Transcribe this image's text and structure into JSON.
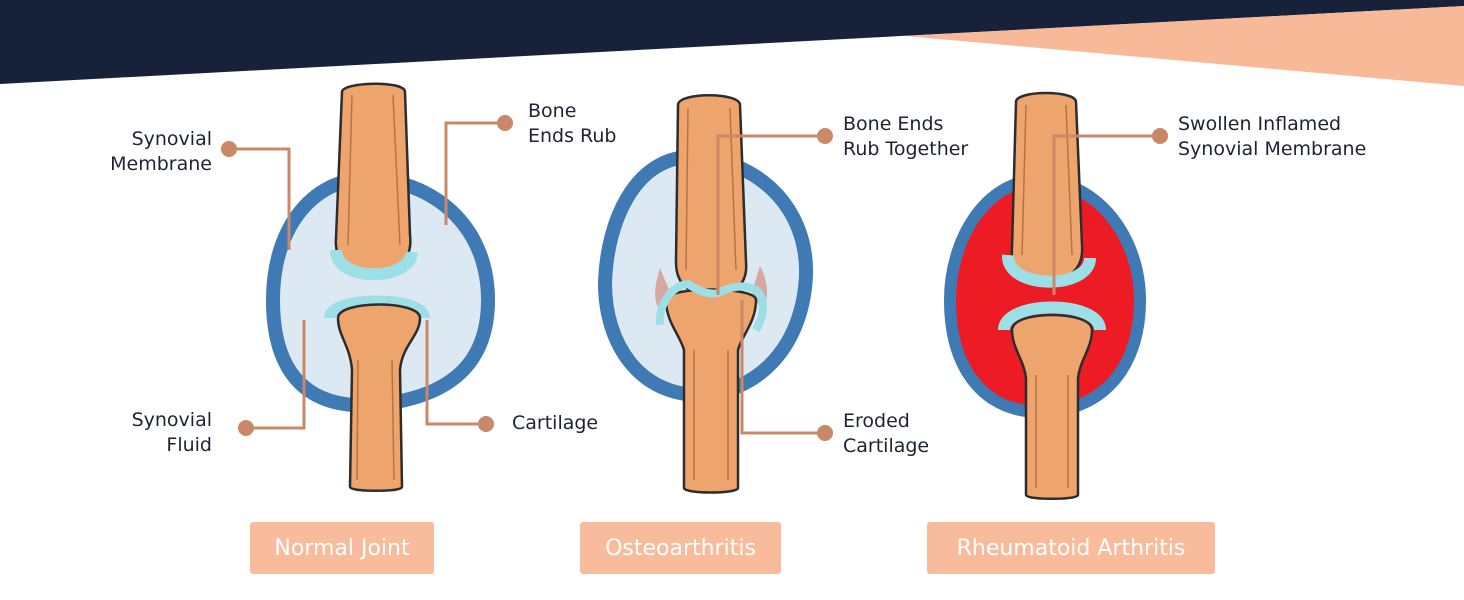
{
  "colors": {
    "navy": "#17223a",
    "peach": "#f7b998",
    "bone": "#eea56d",
    "bone_outline": "#2d2d2d",
    "cartilage": "#9ddfe6",
    "capsule": "#3f7ab5",
    "fluid": "#dce9f2",
    "inflamed": "#ed1c24",
    "leader": "#c98867",
    "caption_bg": "#f8bc9c",
    "spur": "#d7a7a2"
  },
  "panels": {
    "normal": {
      "caption": "Normal Joint",
      "labels": {
        "synovial_membrane": "Synovial\nMembrane",
        "bone_ends_rub": "Bone\nEnds Rub",
        "synovial_fluid": "Synovial\nFluid",
        "cartilage": "Cartilage"
      }
    },
    "osteo": {
      "caption": "Osteoarthritis",
      "labels": {
        "bone_ends_rub_together": "Bone Ends\nRub Together",
        "eroded_cartilage": "Eroded\nCartilage"
      }
    },
    "rheuma": {
      "caption": "Rheumatoid Arthritis",
      "labels": {
        "swollen_membrane": "Swollen Inflamed\nSynovial Membrane"
      }
    }
  }
}
